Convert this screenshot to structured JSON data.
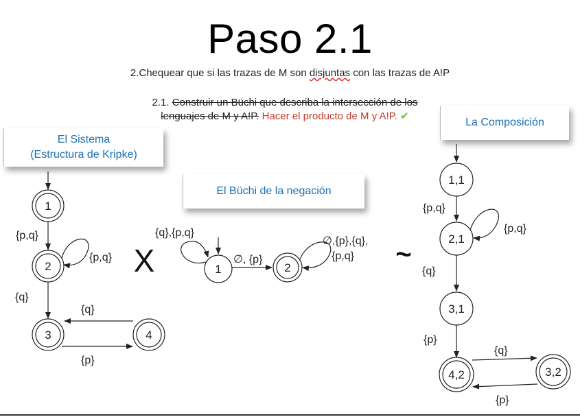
{
  "slide": {
    "title": "Paso 2.1",
    "subtitle_pre": "2.Chequear que si las trazas de M son ",
    "subtitle_squiggle": "disjuntas",
    "subtitle_post": " con las trazas de A!P",
    "step_prefix": "2.1. ",
    "step_struck": "Construir un Büchi que describa la intersección de los lenguajes de M y A!P.",
    "step_red": " Hacer el producto de M y A!P.",
    "step_check": " ✔"
  },
  "callouts": {
    "sistema_line1": "El Sistema",
    "sistema_line2": "(Estructura de Kripke)",
    "buchi": "El Büchi de la negación",
    "composicion": "La Composición"
  },
  "symbols": {
    "times": "X",
    "tilde": "~"
  },
  "kripke": {
    "nodes": [
      "1",
      "2",
      "3",
      "4"
    ],
    "labels": {
      "e12": "{p,q}",
      "loop2": "{p,q}",
      "e23": "{q}",
      "e43": "{q}",
      "e34": "{p}"
    }
  },
  "buchi": {
    "nodes": [
      "1",
      "2"
    ],
    "labels": {
      "loop1": "{q},{p,q}",
      "e12": "∅, {p}",
      "loop2_line1": "∅,{p},{q},",
      "loop2_line2": "{p,q}"
    }
  },
  "composition": {
    "nodes": [
      "1,1",
      "2,1",
      "3,1",
      "4,2",
      "3,2"
    ],
    "labels": {
      "e11_21": "{p,q}",
      "loop21": "{p,q}",
      "e21_31": "{q}",
      "e31_42": "{p}",
      "e42_32": "{q}",
      "e32_42": "{p}"
    }
  }
}
